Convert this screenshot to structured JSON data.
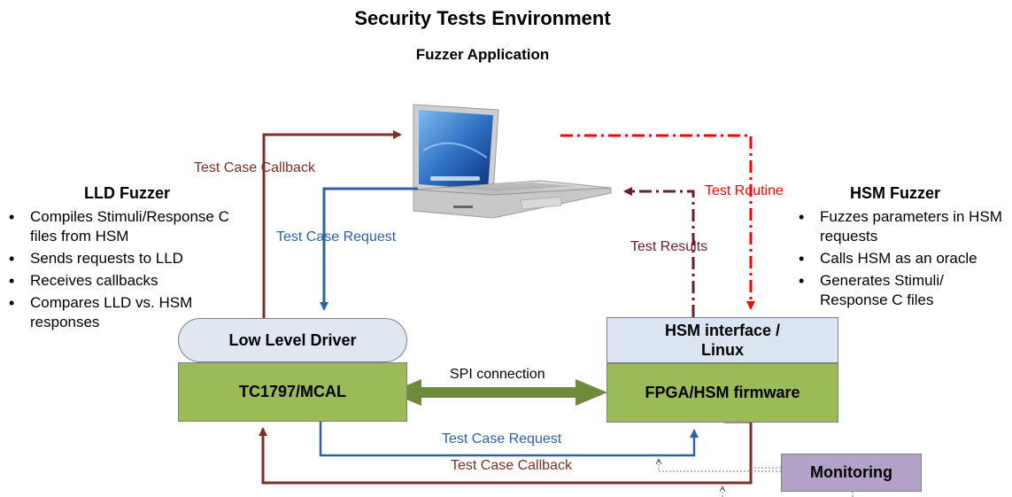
{
  "title": "Security Tests Environment",
  "subtitle": "Fuzzer Application",
  "lld_fuzzer": {
    "title": "LLD Fuzzer",
    "items": [
      "Compiles Stimuli/Response C files from HSM",
      "Sends requests to LLD",
      "Receives callbacks",
      "Compares LLD vs. HSM responses"
    ]
  },
  "hsm_fuzzer": {
    "title": "HSM Fuzzer",
    "items": [
      "Fuzzes parameters in HSM requests",
      "Calls HSM as an oracle",
      "Generates Stimuli/ Response C files"
    ]
  },
  "boxes": {
    "low_level_driver": "Low Level Driver",
    "tc1797": "TC1797/MCAL",
    "hsm_interface_line1": "HSM interface /",
    "hsm_interface_line2": "Linux",
    "fpga": "FPGA/HSM firmware",
    "monitoring": "Monitoring"
  },
  "arrows": {
    "test_case_callback_top": "Test Case Callback",
    "test_case_request_top": "Test Case Request",
    "test_routine": "Test Routine",
    "test_results": "Test Results",
    "spi_connection": "SPI connection",
    "test_case_request_bottom": "Test Case Request",
    "test_case_callback_bottom": "Test Case Callback"
  },
  "colors": {
    "callback": "#7f2f26",
    "request": "#2e62a6",
    "routine": "#ff0000",
    "results": "#6b1c33",
    "spi": "#6f8a3a",
    "green_box": "#9bbb59",
    "blue_box": "#dbe5f1",
    "monitoring_box": "#b3a2c7"
  },
  "icons": {
    "laptop": "laptop-icon"
  }
}
